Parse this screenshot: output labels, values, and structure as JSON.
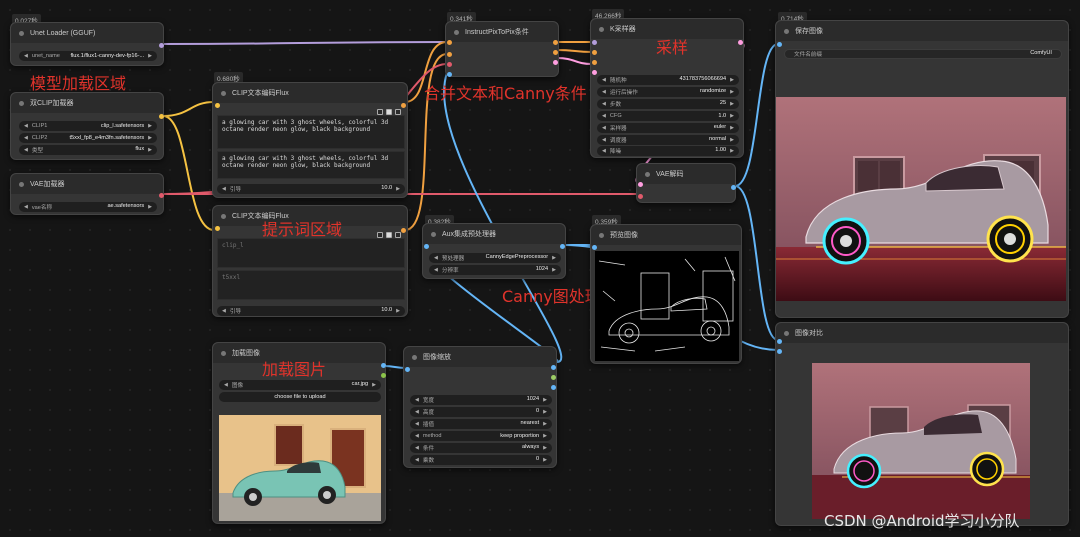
{
  "nodes": {
    "unet_loader": {
      "time": "0.027秒",
      "title": "Unet Loader (GGUF)",
      "widgets": [
        {
          "label": "unet_name",
          "value": "flux.1/flux1-canny-dev-fp16-..."
        }
      ]
    },
    "dual_clip": {
      "title": "双CLIP加载器",
      "widgets": [
        {
          "label": "CLIP1",
          "value": "clip_l.safetensors"
        },
        {
          "label": "CLIP2",
          "value": "t5xxl_fp8_e4m3fn.safetensors"
        },
        {
          "label": "类型",
          "value": "flux"
        }
      ]
    },
    "vae_loader": {
      "title": "VAE加载器",
      "widgets": [
        {
          "label": "vae名称",
          "value": "ae.safetensors"
        }
      ]
    },
    "clip_text_1": {
      "time": "0.680秒",
      "title": "CLIP文本编码Flux",
      "text1": "a glowing car with 3 ghost wheels, colorful 3d\noctane render neon glow, black background",
      "text2": "a glowing car with 3 ghost wheels, colorful 3d\noctane render neon glow, black background",
      "guidance_label": "引导",
      "guidance_value": "10.0"
    },
    "clip_text_2": {
      "title": "CLIP文本编码Flux",
      "text1": "clip_l",
      "text2": "t5xxl",
      "guidance_label": "引导",
      "guidance_value": "10.0"
    },
    "instruct_pix": {
      "time": "0.341秒",
      "title": "InstructPixToPix条件"
    },
    "ksampler": {
      "time": "46.266秒",
      "title": "K采样器",
      "widgets": [
        {
          "label": "随机种",
          "value": "431783756066694"
        },
        {
          "label": "运行后操作",
          "value": "randomize"
        },
        {
          "label": "步数",
          "value": "25"
        },
        {
          "label": "CFG",
          "value": "1.0"
        },
        {
          "label": "采样器",
          "value": "euler"
        },
        {
          "label": "调度器",
          "value": "normal"
        },
        {
          "label": "降噪",
          "value": "1.00"
        }
      ]
    },
    "vae_decode": {
      "title": "VAE解码"
    },
    "save_image": {
      "time": "0.714秒",
      "title": "保存图像",
      "widgets": [
        {
          "label": "文件名前缀",
          "value": "ComfyUI"
        }
      ]
    },
    "aux_pre": {
      "time": "0.382秒",
      "title": "Aux集成预处理器",
      "widgets": [
        {
          "label": "预处理器",
          "value": "CannyEdgePreprocessor"
        },
        {
          "label": "分辨率",
          "value": "1024"
        }
      ]
    },
    "preview": {
      "time": "0.359秒",
      "title": "预览图像"
    },
    "load_image": {
      "title": "加载图像",
      "widgets": [
        {
          "label": "图像",
          "value": "car.jpg"
        }
      ],
      "upload": "choose file to upload"
    },
    "image_scale": {
      "title": "图像缩放",
      "widgets": [
        {
          "label": "宽度",
          "value": "1024"
        },
        {
          "label": "高度",
          "value": "0"
        },
        {
          "label": "插值",
          "value": "nearest"
        },
        {
          "label": "method",
          "value": "keep proportion"
        },
        {
          "label": "条件",
          "value": "always"
        },
        {
          "label": "乘数",
          "value": "0"
        }
      ]
    },
    "compare": {
      "title": "图像对比"
    }
  },
  "annotations": {
    "model_area": "模型加载区域",
    "prompt_area": "提示词区域",
    "merge_condition": "合并文本和Canny条件",
    "sampling": "采样",
    "canny": "Canny图处理",
    "load_image": "加载图片"
  },
  "watermark": "CSDN @Android学习小分队",
  "colors": {
    "model_wire": "#b39ddb",
    "clip_wire": "#f5c242",
    "cond_wire": "#f0a040",
    "vae_wire": "#e05a6b",
    "latent_wire": "#ff9ee0",
    "image_wire": "#64b5f6",
    "annotation": "#e0332b"
  }
}
